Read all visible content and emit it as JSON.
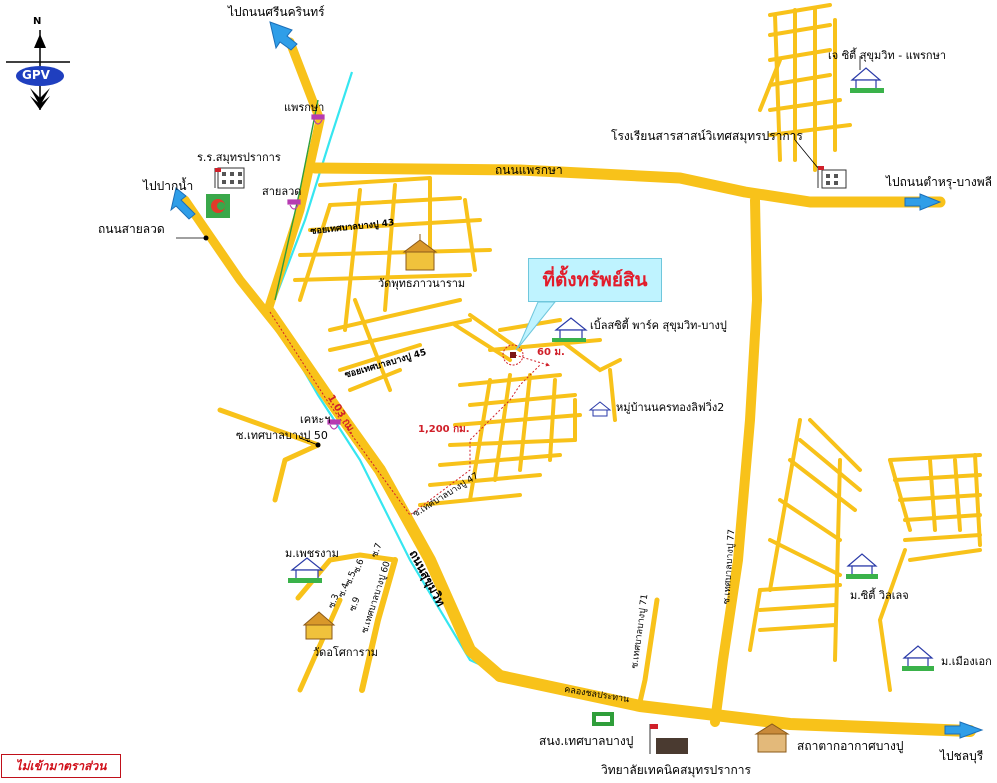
{
  "map": {
    "callout": "ที่ตั้งทรัพย์สิน",
    "scale_note": "ไม่เข้ามาตราส่วน",
    "compass": {
      "north": "N",
      "logo": "GPV"
    },
    "destinations": {
      "srinakarin": "ไปถนนศรีนครินทร์",
      "paknam": "ไปปากน้ำ",
      "tamru": "ไปถนนตำหรุ-บางพลี",
      "chonburi": "ไปชลบุรี"
    },
    "roads": {
      "sailuat": "ถนนสายลวด",
      "praeksa": "ถนนแพรกษา",
      "sukhumvit": "ถนนสุขุมวิท",
      "soi43": "ซอยเทศบาลบางปู 43",
      "soi45": "ซอยเทศบาลบางปู 45",
      "soi47": "ซ.เทศบาลบางปู 47",
      "soi50": "ซ.เทศบาลบางปู 50",
      "soi60": "ซ.เทศบาลบางปู 60",
      "soi71": "ซ.เทศบาลบางปู 71",
      "soi77": "ซ.เทศบาลบางปู 77",
      "canal": "คลองชลประทาน",
      "s7": "ซ.7",
      "s6": "ซ.6",
      "s5": "ซ.5",
      "s4": "ซ.4",
      "s3": "ซ.3",
      "s9": "ซ.9"
    },
    "intersections": {
      "praeksa": "แพรกษา",
      "sailuat": "สายลวด",
      "kheha": "เคหะฯ"
    },
    "landmarks": {
      "school_samutprakan": "ร.ร.สมุทรปราการ",
      "wat_phut": "วัดพุทธภาวนาราม",
      "bliss": "เบิ้ลสซิตี้ พาร์ค สุขุมวิท-บางปู",
      "nakhon_thong": "หมู่บ้านนครทองลิฟวิ่ง2",
      "j_city": "เจ ซิตี้ สุขุมวิท - แพรกษา",
      "science_school": "โรงเรียนสารสาสน์วิเทศสมุทรปราการ",
      "phet_charam": "ม.เพชรงาม",
      "wat_asokaram": "วัดอโศการาม",
      "city_village": "ม.ซิตี้ วิลเลจ",
      "muang_ek": "ม.เมืองเอก",
      "municipal_office": "สนง.เทศบาลบางปู",
      "tech_college": "วิทยาลัยเทคนิคสมุทรปราการ",
      "bangpu_airport": "สถาตากอากาศบางปู"
    },
    "distances": {
      "d1": "1.03 กม.",
      "d2": "1,200 กม.",
      "d3": "60 ม."
    },
    "colors": {
      "road": "#f8c21a",
      "canal": "#36e6f0",
      "arrow": "#2f9ee8",
      "marker": "#d0202a",
      "callout_bg": "#bff3ff",
      "callout_text": "#e21c2b"
    }
  }
}
